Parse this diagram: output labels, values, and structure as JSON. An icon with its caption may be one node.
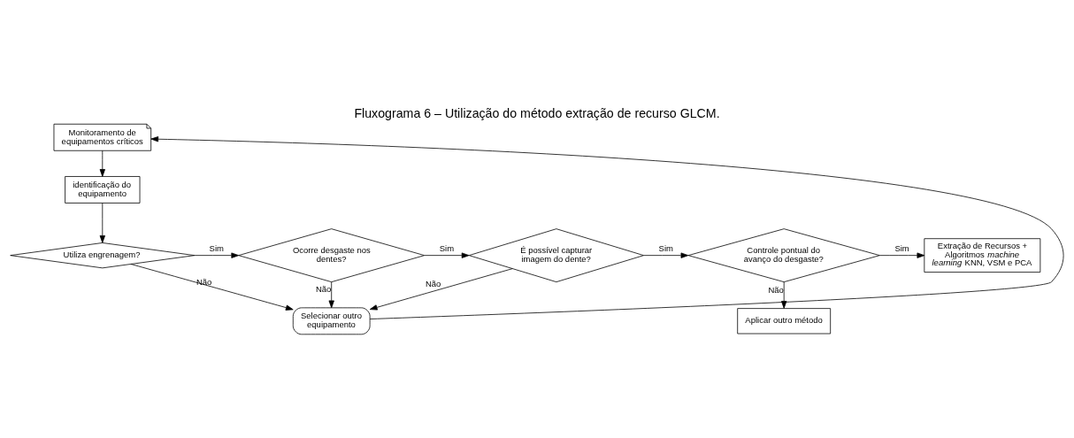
{
  "diagram": {
    "title": "Fluxograma 6 – Utilização do método extração de recurso GLCM.",
    "nodes": [
      {
        "text": [
          "Monitoramento de equipamentos críticos"
        ]
      },
      {
        "text": [
          "identificação do equipamento"
        ]
      },
      {
        "text": [
          "Utiliza engrenagem?"
        ]
      },
      {
        "text": [
          "Ocorre desgaste nos dentes?"
        ]
      },
      {
        "text": [
          "É possível capturar imagem do dente?"
        ]
      },
      {
        "text": [
          "Controle pontual do avanço do desgaste?"
        ]
      },
      {
        "text": [
          "Extração de Recursos + Algoritmos *machine learning* KNN, VSM e PCA"
        ]
      },
      {
        "text": [
          "Selecionar outro equipamento"
        ]
      },
      {
        "text": [
          "Aplicar outro método"
        ]
      }
    ],
    "edges": [
      {
        "from": 0,
        "to": 1,
        "arrow": "to"
      },
      {
        "from": 1,
        "to": 2,
        "arrow": "to"
      },
      {
        "from": 2,
        "to": 3,
        "arrow": "to",
        "label": "Sim"
      },
      {
        "from": 3,
        "to": 4,
        "arrow": "to",
        "label": "Sim"
      },
      {
        "from": 4,
        "to": 5,
        "arrow": "to",
        "label": "Sim"
      },
      {
        "from": 5,
        "to": 6,
        "arrow": "to",
        "label": "Sim"
      },
      {
        "from": 2,
        "to": 7,
        "arrow": "to",
        "label": "Não"
      },
      {
        "from": 3,
        "to": 7,
        "arrow": "to",
        "label": "Não"
      },
      {
        "from": 4,
        "to": 7,
        "arrow": "to",
        "label": "Não"
      },
      {
        "from": 5,
        "to": 8,
        "arrow": "to",
        "label": "Não"
      },
      {
        "from": 7,
        "to": 0,
        "arrow": "to"
      }
    ]
  }
}
